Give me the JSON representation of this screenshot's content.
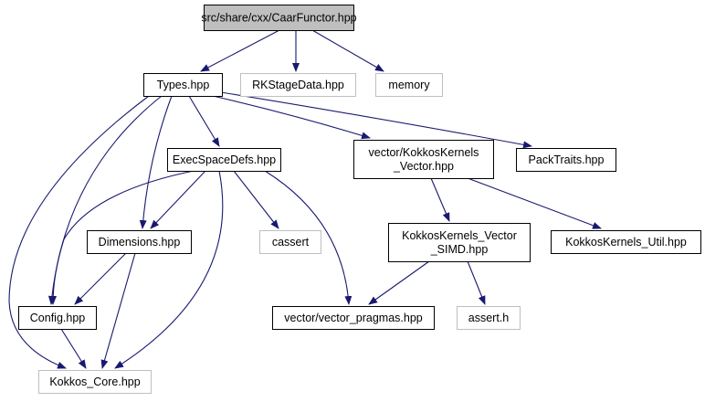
{
  "colors": {
    "edge": "#191970",
    "border_normal": "#000000",
    "border_external": "#bfbfbf",
    "fill_root": "#bfbfbf",
    "fill_normal": "#ffffff",
    "text": "#000000"
  },
  "nodes": [
    {
      "id": "caar",
      "lines": [
        "src/share/cxx/CaarFunctor.hpp"
      ],
      "style": "root"
    },
    {
      "id": "types",
      "lines": [
        "Types.hpp"
      ],
      "style": "normal"
    },
    {
      "id": "rkstage",
      "lines": [
        "RKStageData.hpp"
      ],
      "style": "external"
    },
    {
      "id": "memory",
      "lines": [
        "memory"
      ],
      "style": "external"
    },
    {
      "id": "execspace",
      "lines": [
        "ExecSpaceDefs.hpp"
      ],
      "style": "normal"
    },
    {
      "id": "kkvector",
      "lines": [
        "vector/KokkosKernels",
        "_Vector.hpp"
      ],
      "style": "normal"
    },
    {
      "id": "packtraits",
      "lines": [
        "PackTraits.hpp"
      ],
      "style": "normal"
    },
    {
      "id": "dimensions",
      "lines": [
        "Dimensions.hpp"
      ],
      "style": "normal"
    },
    {
      "id": "cassert",
      "lines": [
        "cassert"
      ],
      "style": "external"
    },
    {
      "id": "kkvectorsimd",
      "lines": [
        "KokkosKernels_Vector",
        "_SIMD.hpp"
      ],
      "style": "normal"
    },
    {
      "id": "kkutil",
      "lines": [
        "KokkosKernels_Util.hpp"
      ],
      "style": "normal"
    },
    {
      "id": "config",
      "lines": [
        "Config.hpp"
      ],
      "style": "normal"
    },
    {
      "id": "pragmas",
      "lines": [
        "vector/vector_pragmas.hpp"
      ],
      "style": "normal"
    },
    {
      "id": "asserth",
      "lines": [
        "assert.h"
      ],
      "style": "external"
    },
    {
      "id": "kokkoscore",
      "lines": [
        "Kokkos_Core.hpp"
      ],
      "style": "external"
    }
  ],
  "edges": [
    {
      "from": "caar",
      "to": "types"
    },
    {
      "from": "caar",
      "to": "rkstage"
    },
    {
      "from": "caar",
      "to": "memory"
    },
    {
      "from": "types",
      "to": "execspace"
    },
    {
      "from": "types",
      "to": "kkvector"
    },
    {
      "from": "types",
      "to": "packtraits"
    },
    {
      "from": "types",
      "to": "dimensions"
    },
    {
      "from": "types",
      "to": "config"
    },
    {
      "from": "types",
      "to": "kokkoscore"
    },
    {
      "from": "execspace",
      "to": "dimensions"
    },
    {
      "from": "execspace",
      "to": "config"
    },
    {
      "from": "execspace",
      "to": "cassert"
    },
    {
      "from": "execspace",
      "to": "pragmas"
    },
    {
      "from": "execspace",
      "to": "kokkoscore"
    },
    {
      "from": "kkvector",
      "to": "kkvectorsimd"
    },
    {
      "from": "kkvector",
      "to": "kkutil"
    },
    {
      "from": "dimensions",
      "to": "config"
    },
    {
      "from": "dimensions",
      "to": "kokkoscore"
    },
    {
      "from": "kkvectorsimd",
      "to": "pragmas"
    },
    {
      "from": "kkvectorsimd",
      "to": "asserth"
    },
    {
      "from": "config",
      "to": "kokkoscore"
    }
  ]
}
